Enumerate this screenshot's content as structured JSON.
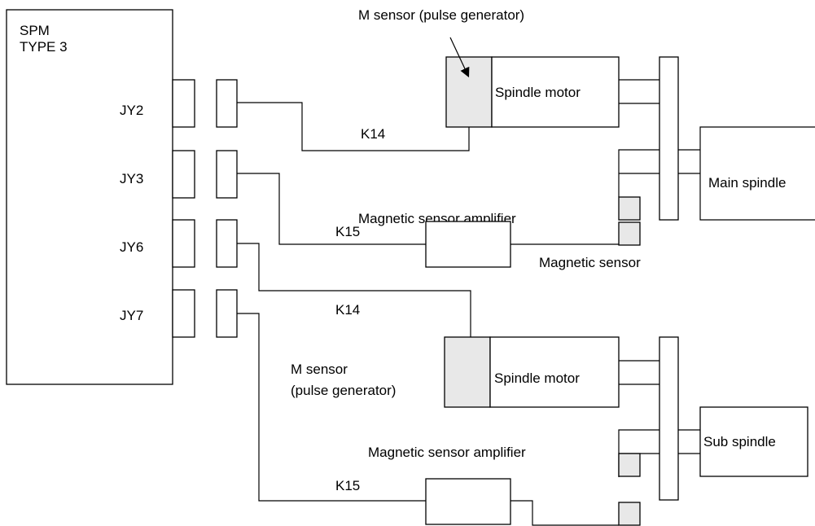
{
  "spm": {
    "title_line1": "SPM",
    "title_line2": "TYPE 3"
  },
  "connectors": [
    "JY2",
    "JY3",
    "JY6",
    "JY7"
  ],
  "cables": {
    "jy2": "K14",
    "jy3": "K15",
    "jy6": "K14",
    "jy7": "K15"
  },
  "upper": {
    "m_sensor_label": "M sensor (pulse generator)",
    "motor_label": "Spindle motor",
    "spindle_label": "Main spindle",
    "mag_amp_label": "Magnetic sensor amplifier",
    "mag_sensor_label": "Magnetic sensor"
  },
  "lower": {
    "m_sensor_line1": "M sensor",
    "m_sensor_line2": "(pulse generator)",
    "motor_label": "Spindle motor",
    "spindle_label": "Sub spindle",
    "mag_amp_label": "Magnetic sensor amplifier"
  },
  "colors": {
    "shade": "#e8e8e8",
    "line": "#000000"
  }
}
